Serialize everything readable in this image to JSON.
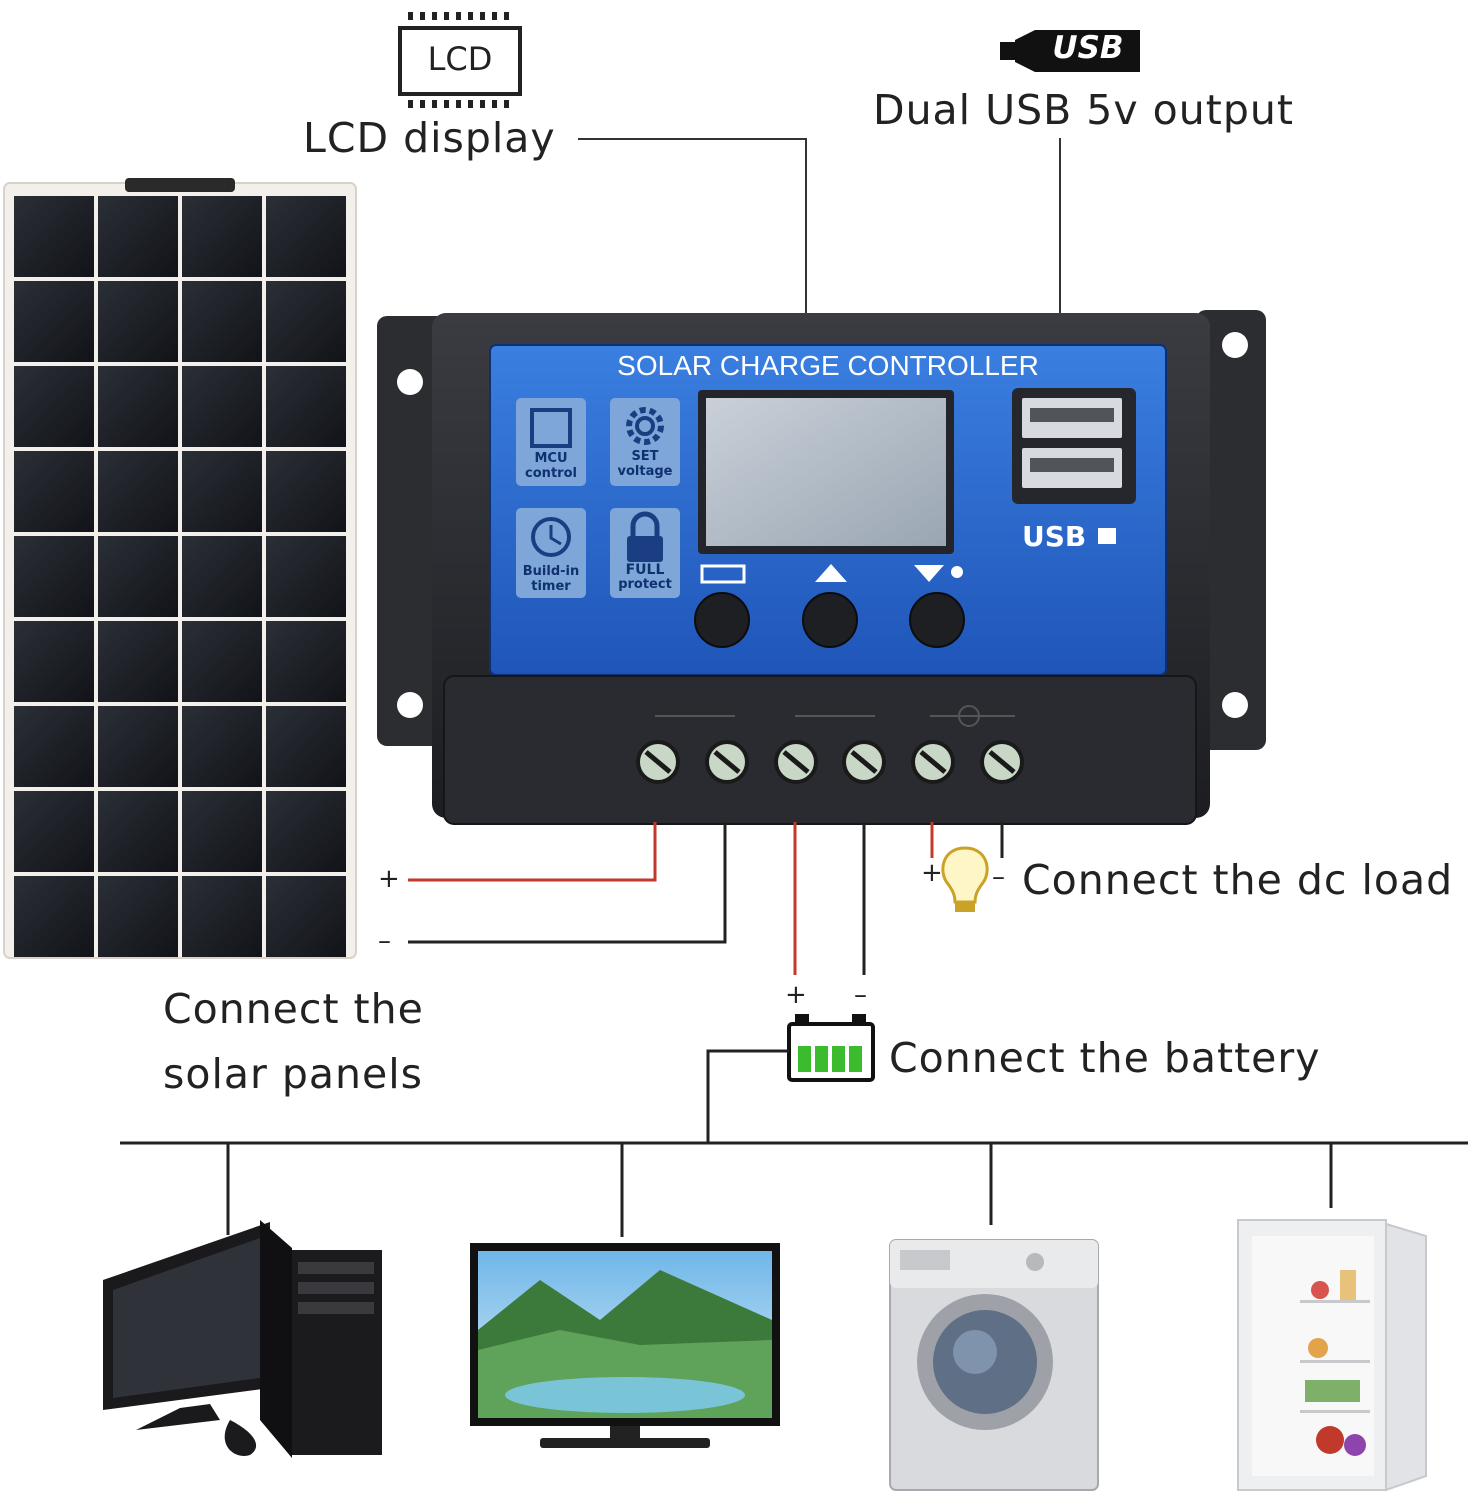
{
  "callouts": {
    "lcd_display": "LCD display",
    "dual_usb": "Dual USB 5v output",
    "dc_load": "Connect the dc load",
    "battery": "Connect the battery",
    "solar_line1": "Connect  the",
    "solar_line2": "solar panels"
  },
  "icons": {
    "lcd_chip_text": "LCD",
    "usb_plug_text": "USB"
  },
  "controller": {
    "title": "SOLAR CHARGE CONTROLLER",
    "usb_text": "USB",
    "features": [
      {
        "line1": "MCU",
        "line2": "control"
      },
      {
        "line1": "SET",
        "line2": "voltage"
      },
      {
        "line1": "Build-in",
        "line2": "timer"
      },
      {
        "line1": "FULL",
        "line2": "protect"
      }
    ]
  },
  "polarity": {
    "solar_plus": "+",
    "solar_minus": "–",
    "battery_plus": "+",
    "battery_minus": "–",
    "load_plus": "+",
    "load_minus": "–"
  },
  "colors": {
    "panel_blue": "#2f6fd0",
    "wire_red": "#c0392b",
    "wire_dark": "#222222",
    "battery_green": "#3dbb2e",
    "housing": "#2a2c31"
  }
}
